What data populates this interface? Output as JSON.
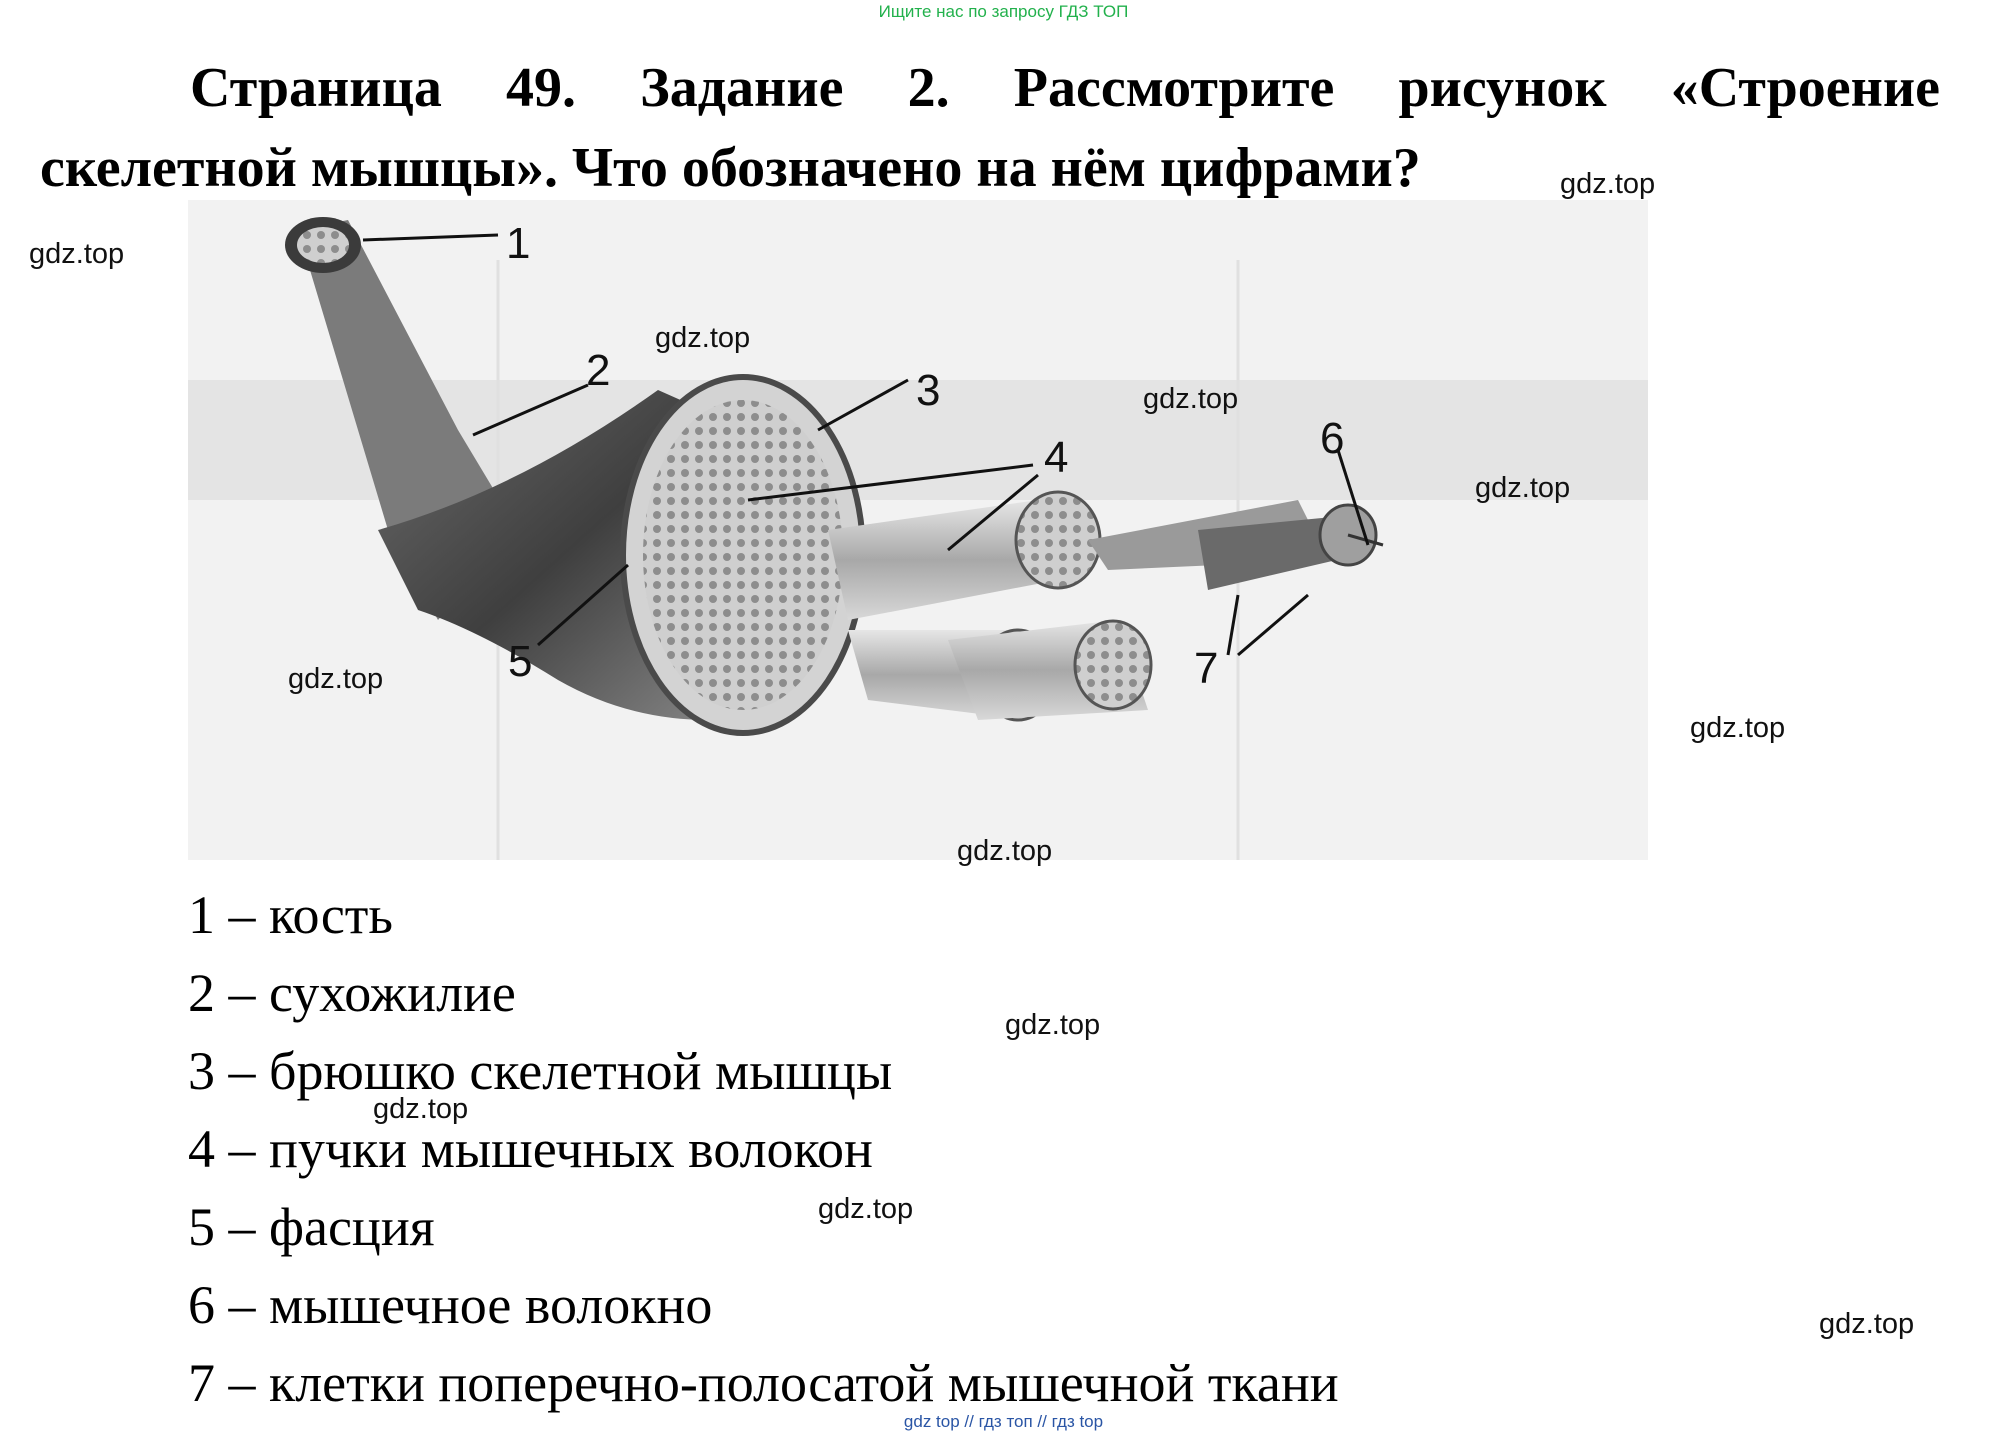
{
  "header": {
    "banner": "Ищите нас по запросу ГДЗ ТОП"
  },
  "task": {
    "line1": "Страница 49. Задание 2. Рассмотрите рисунок «Строение",
    "line2": "скелетной мышцы». Что обозначено на нём цифрами?"
  },
  "figure": {
    "labels": [
      "1",
      "2",
      "3",
      "4",
      "5",
      "6",
      "7"
    ]
  },
  "answers": [
    "1 – кость",
    "2 – сухожилие",
    "3 – брюшко скелетной мышцы",
    "4 – пучки мышечных волокон",
    "5 – фасция",
    "6 – мышечное волокно",
    "7 – клетки поперечно-полосатой мышечной ткани"
  ],
  "watermark": "gdz.top",
  "footer": {
    "links": "gdz top  //  гдз топ  //  гдз top"
  }
}
